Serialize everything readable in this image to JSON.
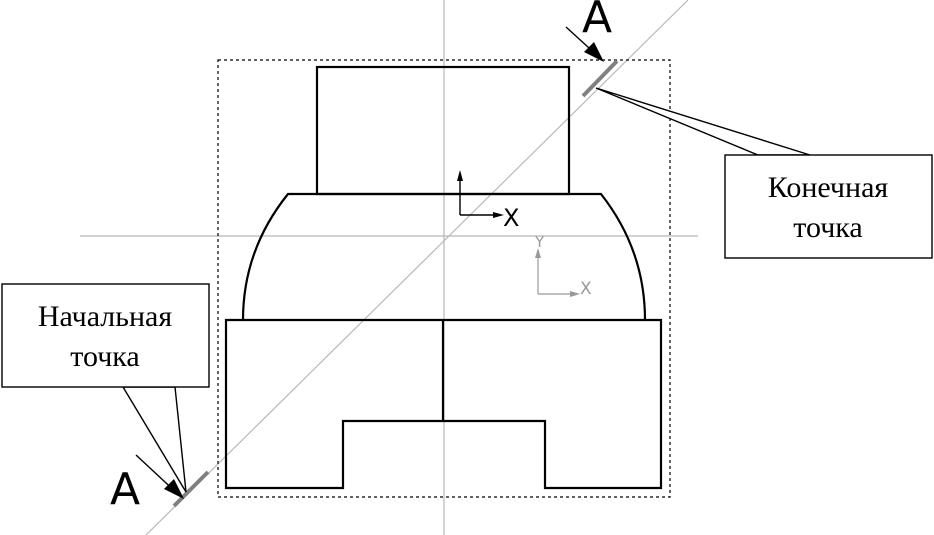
{
  "callouts": {
    "end_point": {
      "line1": "Конечная",
      "line2": "точка"
    },
    "start_point": {
      "line1": "Начальная",
      "line2": "точка"
    }
  },
  "section": {
    "top_letter": "А",
    "bottom_letter": "А"
  },
  "axes": {
    "main_x_label": "X",
    "secondary_x_label": "X",
    "secondary_y_label": "Y"
  },
  "colors": {
    "drawing": "#000000",
    "construction": "#b0b0b0",
    "section_mark": "#808080",
    "background": "#ffffff"
  }
}
